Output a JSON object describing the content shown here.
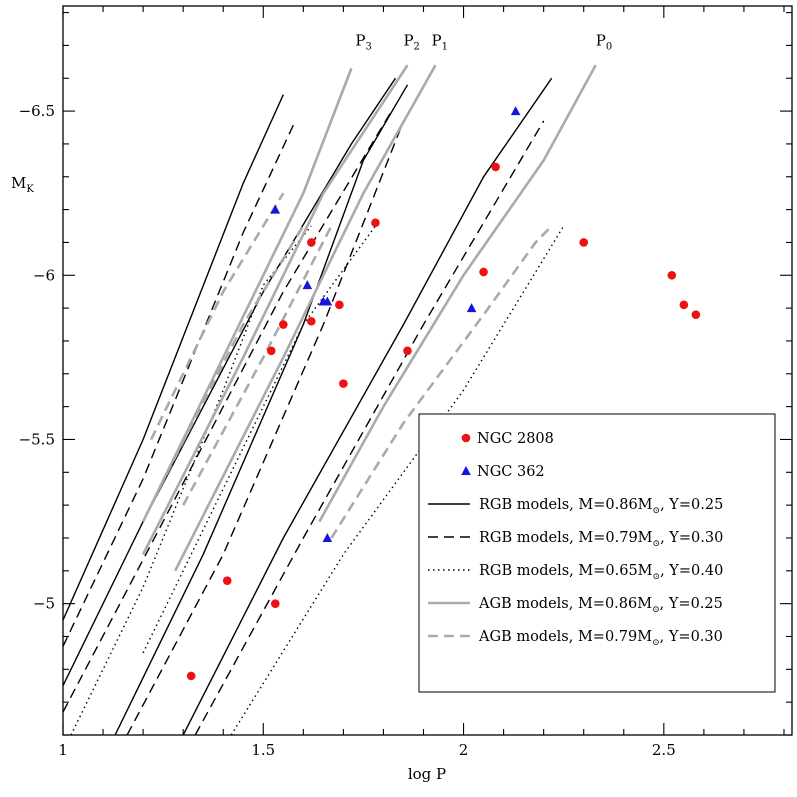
{
  "chart_data": {
    "type": "scatter",
    "xlabel": "log P",
    "ylabel": "M",
    "ylabel_sub": "K",
    "xlim": [
      1.0,
      2.82
    ],
    "ylim": [
      -4.6,
      -6.82
    ],
    "y_inverted": true,
    "x_ticks": [
      1,
      1.5,
      2,
      2.5
    ],
    "x_tick_labels": [
      "1",
      "1.5",
      "2",
      "2.5"
    ],
    "y_ticks": [
      -5,
      -5.5,
      -6,
      -6.5
    ],
    "y_tick_labels": [
      "−5",
      "−5.5",
      "−6",
      "−6.5"
    ],
    "grid": false,
    "legend_position": "bottom-right",
    "series": [
      {
        "name": "NGC 2808",
        "marker": "circle",
        "color": "#ee1111",
        "points": [
          [
            1.78,
            -6.16
          ],
          [
            1.62,
            -6.1
          ],
          [
            2.08,
            -6.33
          ],
          [
            2.3,
            -6.1
          ],
          [
            1.69,
            -5.91
          ],
          [
            1.55,
            -5.85
          ],
          [
            1.62,
            -5.86
          ],
          [
            1.52,
            -5.77
          ],
          [
            1.7,
            -5.67
          ],
          [
            1.86,
            -5.77
          ],
          [
            2.05,
            -6.01
          ],
          [
            2.52,
            -6.0
          ],
          [
            2.55,
            -5.91
          ],
          [
            2.58,
            -5.88
          ],
          [
            1.41,
            -5.07
          ],
          [
            1.53,
            -5.0
          ],
          [
            1.32,
            -4.78
          ]
        ]
      },
      {
        "name": "NGC 362",
        "marker": "triangle",
        "color": "#1515dd",
        "points": [
          [
            1.53,
            -6.2
          ],
          [
            1.61,
            -5.97
          ],
          [
            1.65,
            -5.92
          ],
          [
            1.66,
            -5.92
          ],
          [
            2.02,
            -5.9
          ],
          [
            2.13,
            -6.5
          ],
          [
            1.66,
            -5.2
          ]
        ]
      }
    ],
    "model_curves": [
      {
        "legend_index": 0,
        "points": [
          [
            1.0,
            -4.95
          ],
          [
            1.2,
            -5.5
          ],
          [
            1.45,
            -6.28
          ],
          [
            1.55,
            -6.55
          ]
        ]
      },
      {
        "legend_index": 0,
        "points": [
          [
            1.0,
            -4.75
          ],
          [
            1.2,
            -5.25
          ],
          [
            1.5,
            -5.95
          ],
          [
            1.72,
            -6.4
          ],
          [
            1.83,
            -6.6
          ]
        ]
      },
      {
        "legend_index": 0,
        "points": [
          [
            1.13,
            -4.6
          ],
          [
            1.35,
            -5.15
          ],
          [
            1.6,
            -5.85
          ],
          [
            1.75,
            -6.35
          ],
          [
            1.86,
            -6.58
          ]
        ]
      },
      {
        "legend_index": 0,
        "points": [
          [
            1.3,
            -4.6
          ],
          [
            1.55,
            -5.2
          ],
          [
            1.85,
            -5.85
          ],
          [
            2.05,
            -6.3
          ],
          [
            2.22,
            -6.6
          ]
        ]
      },
      {
        "legend_index": 1,
        "points": [
          [
            1.0,
            -4.87
          ],
          [
            1.2,
            -5.38
          ],
          [
            1.45,
            -6.13
          ],
          [
            1.58,
            -6.47
          ]
        ]
      },
      {
        "legend_index": 1,
        "points": [
          [
            1.0,
            -4.67
          ],
          [
            1.25,
            -5.25
          ],
          [
            1.55,
            -5.95
          ],
          [
            1.82,
            -6.5
          ]
        ]
      },
      {
        "legend_index": 1,
        "points": [
          [
            1.16,
            -4.6
          ],
          [
            1.4,
            -5.15
          ],
          [
            1.65,
            -5.85
          ],
          [
            1.85,
            -6.47
          ]
        ]
      },
      {
        "legend_index": 1,
        "points": [
          [
            1.33,
            -4.6
          ],
          [
            1.6,
            -5.2
          ],
          [
            1.9,
            -5.85
          ],
          [
            2.2,
            -6.47
          ]
        ]
      },
      {
        "legend_index": 2,
        "points": [
          [
            1.02,
            -4.6
          ],
          [
            1.2,
            -5.05
          ],
          [
            1.4,
            -5.65
          ],
          [
            1.5,
            -5.97
          ],
          [
            1.62,
            -6.15
          ]
        ]
      },
      {
        "legend_index": 2,
        "points": [
          [
            1.2,
            -4.85
          ],
          [
            1.4,
            -5.35
          ],
          [
            1.6,
            -5.85
          ],
          [
            1.78,
            -6.15
          ]
        ]
      },
      {
        "legend_index": 2,
        "points": [
          [
            1.42,
            -4.6
          ],
          [
            1.7,
            -5.15
          ],
          [
            2.0,
            -5.65
          ],
          [
            2.15,
            -5.95
          ],
          [
            2.25,
            -6.15
          ]
        ]
      },
      {
        "legend_index": 3,
        "points": [
          [
            1.2,
            -5.25
          ],
          [
            1.4,
            -5.75
          ],
          [
            1.6,
            -6.25
          ],
          [
            1.72,
            -6.63
          ]
        ]
      },
      {
        "legend_index": 3,
        "points": [
          [
            1.2,
            -5.15
          ],
          [
            1.45,
            -5.75
          ],
          [
            1.65,
            -6.25
          ],
          [
            1.86,
            -6.64
          ]
        ]
      },
      {
        "legend_index": 3,
        "points": [
          [
            1.28,
            -5.1
          ],
          [
            1.55,
            -5.75
          ],
          [
            1.75,
            -6.25
          ],
          [
            1.93,
            -6.64
          ]
        ]
      },
      {
        "legend_index": 3,
        "points": [
          [
            1.64,
            -5.25
          ],
          [
            1.8,
            -5.6
          ],
          [
            2.0,
            -6.0
          ],
          [
            2.2,
            -6.35
          ],
          [
            2.33,
            -6.64
          ]
        ]
      },
      {
        "legend_index": 4,
        "points": [
          [
            1.22,
            -5.5
          ],
          [
            1.4,
            -5.95
          ],
          [
            1.55,
            -6.25
          ]
        ]
      },
      {
        "legend_index": 4,
        "points": [
          [
            1.24,
            -5.35
          ],
          [
            1.45,
            -5.85
          ],
          [
            1.6,
            -6.15
          ]
        ]
      },
      {
        "legend_index": 4,
        "points": [
          [
            1.3,
            -5.3
          ],
          [
            1.5,
            -5.75
          ],
          [
            1.67,
            -6.15
          ]
        ]
      },
      {
        "legend_index": 4,
        "points": [
          [
            1.67,
            -5.2
          ],
          [
            1.85,
            -5.55
          ],
          [
            2.05,
            -5.88
          ],
          [
            2.18,
            -6.1
          ],
          [
            2.22,
            -6.15
          ]
        ]
      }
    ],
    "sequence_labels": [
      {
        "text": "P",
        "sub": "3",
        "x": 1.73,
        "y": -6.7
      },
      {
        "text": "P",
        "sub": "2",
        "x": 1.85,
        "y": -6.7
      },
      {
        "text": "P",
        "sub": "1",
        "x": 1.92,
        "y": -6.7
      },
      {
        "text": "P",
        "sub": "0",
        "x": 2.33,
        "y": -6.7
      }
    ],
    "legend": [
      {
        "label": "NGC 2808",
        "kind": "marker-circle",
        "color": "#ee1111"
      },
      {
        "label": "NGC 362",
        "kind": "marker-triangle",
        "color": "#1515dd"
      },
      {
        "label": "RGB models, M=0.86M",
        "suffix": ", Y=0.25",
        "kind": "line",
        "color": "#000000",
        "dash": "solid"
      },
      {
        "label": "RGB models, M=0.79M",
        "suffix": ", Y=0.30",
        "kind": "line",
        "color": "#000000",
        "dash": "dashed"
      },
      {
        "label": "RGB models, M=0.65M",
        "suffix": ", Y=0.40",
        "kind": "line",
        "color": "#000000",
        "dash": "dotted"
      },
      {
        "label": "AGB models, M=0.86M",
        "suffix": ", Y=0.25",
        "kind": "line",
        "color": "#aaaaaa",
        "dash": "solid"
      },
      {
        "label": "AGB models, M=0.79M",
        "suffix": ", Y=0.30",
        "kind": "line",
        "color": "#aaaaaa",
        "dash": "dashed"
      }
    ],
    "sun_symbol": "⊙"
  }
}
